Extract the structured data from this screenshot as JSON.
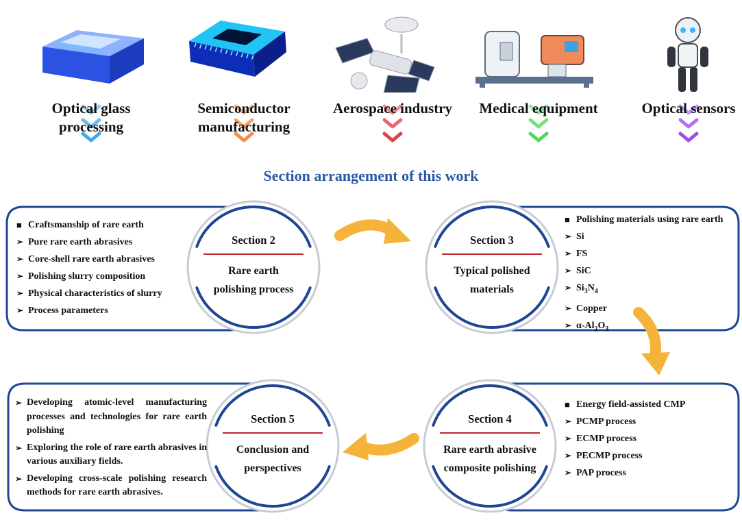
{
  "applications": [
    {
      "label": "Optical glass processing",
      "icon": "optical-glass-block-icon",
      "chevron_color": "#3aa3e3"
    },
    {
      "label": "Semiconductor manufacturing",
      "icon": "microchip-icon",
      "chevron_color": "#f0883c"
    },
    {
      "label": "Aerospace industry",
      "icon": "space-station-satellite-icon",
      "chevron_color": "#e0363c"
    },
    {
      "label": "Medical equipment",
      "icon": "medical-equipment-icon",
      "chevron_color": "#44d84c"
    },
    {
      "label": "Optical sensors",
      "icon": "robot-icon",
      "chevron_color": "#9b3ef0"
    }
  ],
  "headline": "Section arrangement of this work",
  "colors": {
    "frame": "#1e4694",
    "divider": "#c0262b",
    "arrow": "#f5b33a",
    "headline": "#2a5aa5"
  },
  "sections": [
    {
      "key": "s2",
      "number": "Section 2",
      "subtitle_lines": [
        "Rare earth",
        "polishing process"
      ],
      "items": [
        {
          "marker": "■",
          "text": "Craftsmanship of rare earth"
        },
        {
          "marker": "➢",
          "text": "Pure rare earth abrasives"
        },
        {
          "marker": "➢",
          "text": "Core-shell rare earth abrasives"
        },
        {
          "marker": "➢",
          "text": "Polishing slurry composition"
        },
        {
          "marker": "➢",
          "text": "Physical characteristics of slurry"
        },
        {
          "marker": "➢",
          "text": "Process parameters"
        }
      ]
    },
    {
      "key": "s3",
      "number": "Section 3",
      "subtitle_lines": [
        "Typical polished",
        "materials"
      ],
      "items": [
        {
          "marker": "■",
          "text": "Polishing materials using rare earth"
        },
        {
          "marker": "➢",
          "text": "Si"
        },
        {
          "marker": "➢",
          "text": "FS"
        },
        {
          "marker": "➢",
          "text": "SiC"
        },
        {
          "marker": "➢",
          "text": "Si3N4",
          "parts": [
            "Si",
            "3",
            "N",
            "4"
          ]
        },
        {
          "marker": "➢",
          "text": "Copper"
        },
        {
          "marker": "➢",
          "text": "α-Al2O3",
          "parts": [
            "α-Al",
            "2",
            "O",
            "3"
          ]
        }
      ]
    },
    {
      "key": "s4",
      "number": "Section 4",
      "subtitle_lines": [
        "Rare earth abrasive",
        "composite polishing"
      ],
      "items": [
        {
          "marker": "■",
          "text": "Energy field-assisted CMP"
        },
        {
          "marker": "➢",
          "text": "PCMP process"
        },
        {
          "marker": "➢",
          "text": "ECMP process"
        },
        {
          "marker": "➢",
          "text": "PECMP process"
        },
        {
          "marker": "➢",
          "text": "PAP process"
        }
      ]
    },
    {
      "key": "s5",
      "number": "Section 5",
      "subtitle_lines": [
        "Conclusion and",
        "perspectives"
      ],
      "items": [
        {
          "marker": "➢",
          "text": "Developing atomic-level manufacturing processes and technologies for rare earth polishing"
        },
        {
          "marker": "➢",
          "text": "Exploring the role of rare earth abrasives in various auxiliary fields."
        },
        {
          "marker": "➢",
          "text": "Developing cross-scale polishing research methods for rare earth abrasives."
        }
      ]
    }
  ]
}
